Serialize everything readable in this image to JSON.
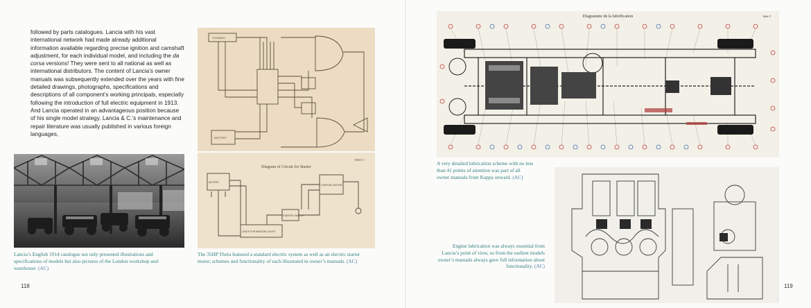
{
  "left_page": {
    "body_paragraph": [
      "followed by parts catalogues. Lancia with his vast international network had made already additional information available regarding precise ignition and camshaft adjustment, for each individual model, and including the ",
      "da corsa",
      " versions! They were sent to all national as well as international distributors. The content of Lancia’s owner manuals was subsequently extended over the years with fine detailed drawings, photographs, specifications and descriptions of all component’s working principals, especially following the introduction of full electric equipment in 1913. And Lancia operated in an advantageous position because of his single model strategy. Lancia & C.’s maintenance and repair literature was usually published in various foreign languages,"
    ],
    "caption_photo": {
      "text": "Lancia’s English 1914 catalogue not only presented illustrations and specifications of models but also pictures of the London workshop and warehouse.",
      "credit": "(AC)"
    },
    "caption_wiring": {
      "text": "The 35HP Theta featured a standard electric system as well as an electric starter motor, schemes and functionality of each illustrated in owner’s manuals.",
      "credit": "(AC)"
    },
    "page_number": "118",
    "diagram_upper_labels": [
      "DYNAMO",
      "BATTERY"
    ],
    "diagram_lower": {
      "title": "Diagram of Circuit for Starter",
      "table": "TABLE V",
      "labels": [
        "BATTERY",
        "STARTING MOTOR",
        "STARTER SWITCH",
        "LEADS FOR WINDOW LIGHTS"
      ]
    }
  },
  "right_page": {
    "lubrication_chart": {
      "title": "Diagramme de la lubrification",
      "table": "Table V"
    },
    "caption_lubrication": {
      "text": "A very detailed lubrication scheme with no less than 41 points of attention was part of all owner manuals from Kappa onward.",
      "credit": "(AC)"
    },
    "caption_engine": {
      "text": "Engine lubrication was always essential from Lancia’s point of view, so from the earliest models owner’s manuals always gave full information about functionality.",
      "credit": "(AC)"
    },
    "page_number": "119"
  }
}
